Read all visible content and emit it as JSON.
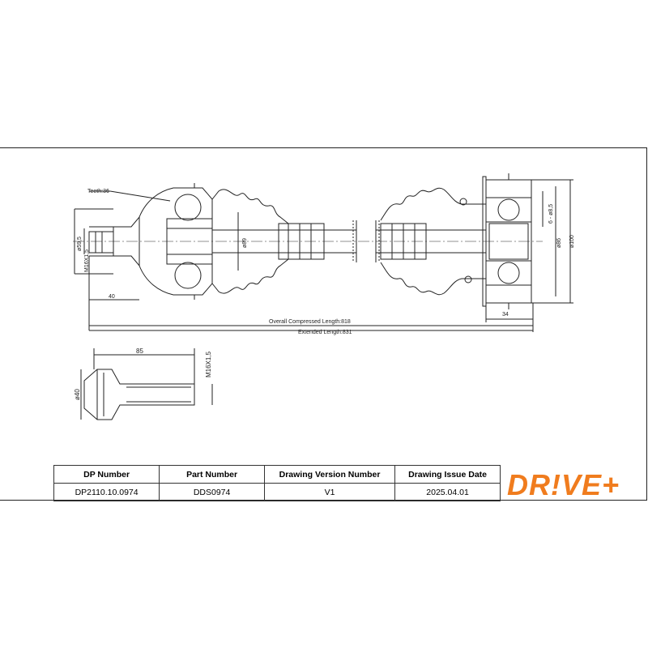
{
  "drawing": {
    "teeth_label": "Teeth:36",
    "dim_left_dia": "ø59,5",
    "dim_left_thread": "M16X1,5",
    "dim_left_len": "40",
    "dim_shaft_dia": "ø89",
    "dim_compressed": "Overall  Compressed  Length:818",
    "dim_extended": "Extended  Length:831",
    "dim_right_bolts": "6 - ø8,5",
    "dim_right_d86": "ø86",
    "dim_right_d100": "ø100",
    "dim_right_width": "34",
    "bolt_len": "85",
    "bolt_thread": "M16X1,5",
    "bolt_dia": "ø40"
  },
  "title_block": {
    "headers": [
      "DP Number",
      "Part Number",
      "Drawing Version Number",
      "Drawing Issue Date"
    ],
    "values": [
      "DP2110.10.0974",
      "DDS0974",
      "V1",
      "2025.04.01"
    ]
  },
  "logo": {
    "text": "DR!VE+",
    "color": "#f07c1e"
  }
}
